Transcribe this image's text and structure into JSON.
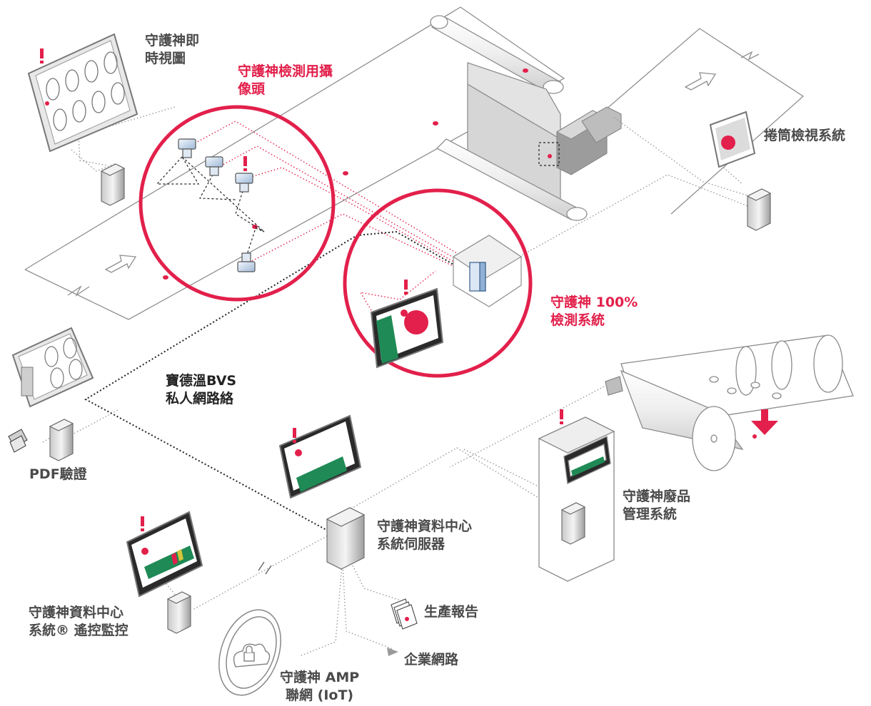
{
  "colors": {
    "accent": "#e2204b",
    "line": "#8a8a8a",
    "text": "#4a4a4a",
    "network": "#222222"
  },
  "labels": {
    "live_view": [
      "守護神即",
      "時視圖"
    ],
    "camera": [
      "守護神檢測用攝",
      "像頭"
    ],
    "roll_inspection": "捲筒檢視系統",
    "inspection_system": [
      "守護神 100%",
      "檢測系統"
    ],
    "private_network": [
      "寶德溫BVS",
      "私人網路絡"
    ],
    "pdf_verify": "PDF驗證",
    "server": [
      "守護神資料中心",
      "系統伺服器"
    ],
    "waste_management": [
      "守護神廢品",
      "管理系統"
    ],
    "remote_monitor": [
      "守護神資料中心",
      "系統® 遙控監控"
    ],
    "production_report": "生產報告",
    "enterprise_network": "企業網路",
    "amp": [
      "守護神 AMP",
      "聯網 (IoT)"
    ]
  },
  "icons": {
    "alert": "exclamation-icon",
    "server": "server-tower-icon",
    "camera": "camera-icon",
    "monitor": "monitor-icon",
    "cloud": "cloud-lock-icon",
    "document": "document-icon",
    "arrow": "direction-arrow-icon"
  }
}
